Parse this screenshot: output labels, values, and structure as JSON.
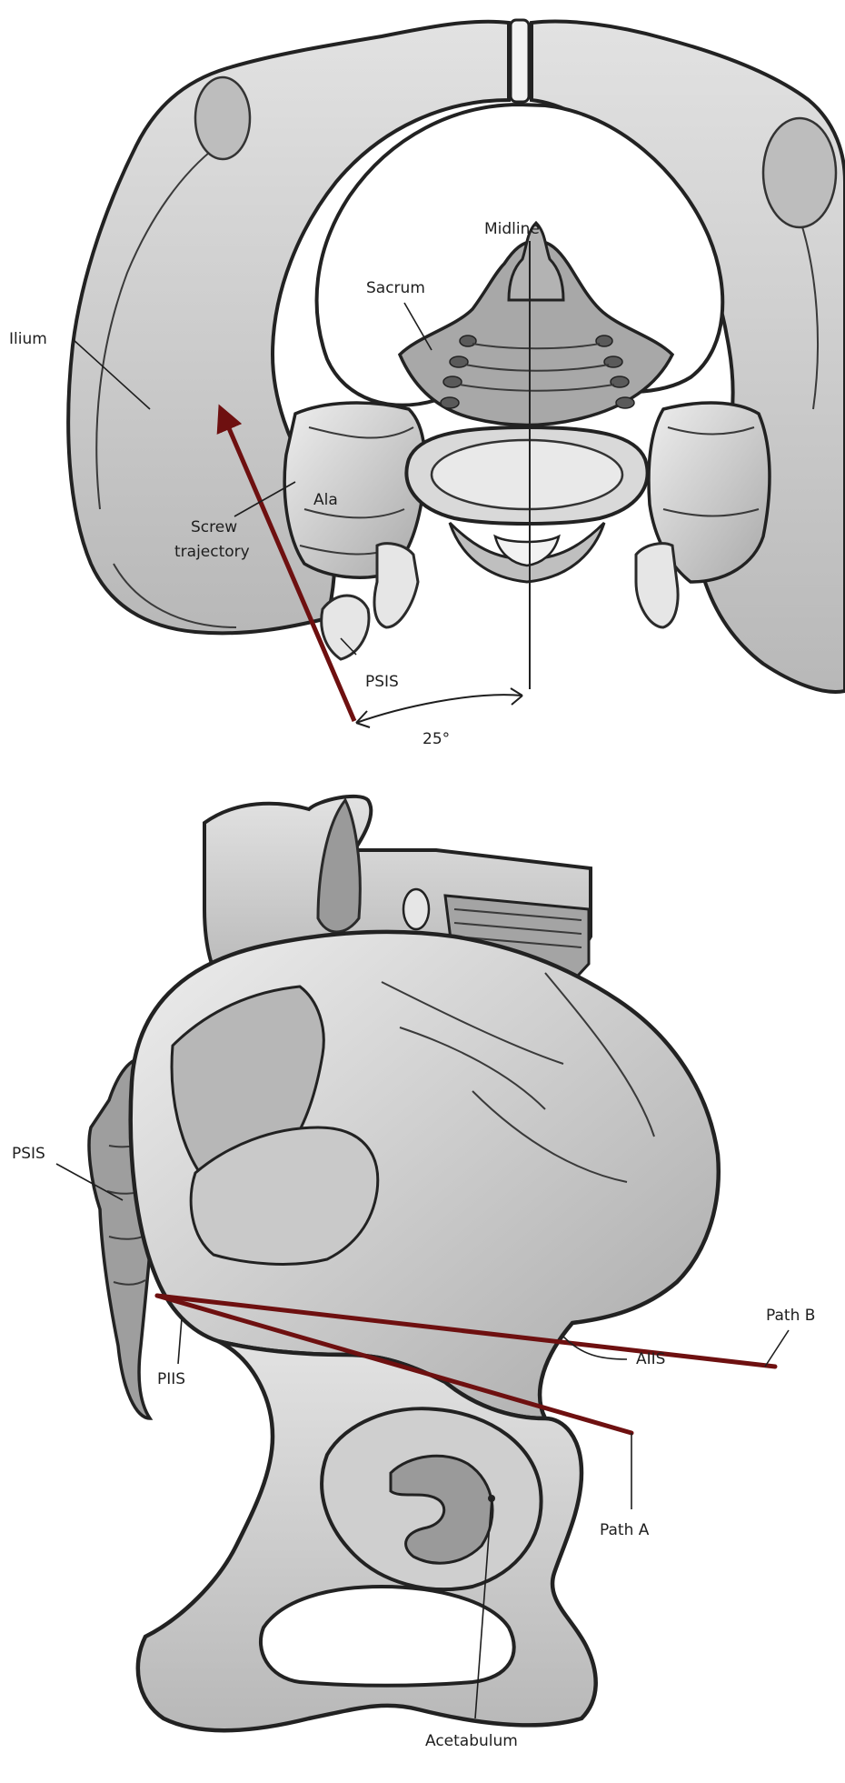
{
  "top_figure": {
    "labels": {
      "midline": "Midline",
      "sacrum": "Sacrum",
      "ilium": "Ilium",
      "ala": "Ala",
      "screw_line1": "Screw",
      "screw_line2": "trajectory",
      "psis": "PSIS",
      "angle": "25°"
    },
    "colors": {
      "trajectory": "#6e1010",
      "bone": "#cfcfcf",
      "outline": "#222222"
    }
  },
  "bottom_figure": {
    "labels": {
      "psis": "PSIS",
      "piis": "PIIS",
      "path_b": "Path B",
      "aiis": "AIIS",
      "path_a": "Path A",
      "acetabulum": "Acetabulum"
    },
    "colors": {
      "paths": "#6e1010"
    }
  }
}
